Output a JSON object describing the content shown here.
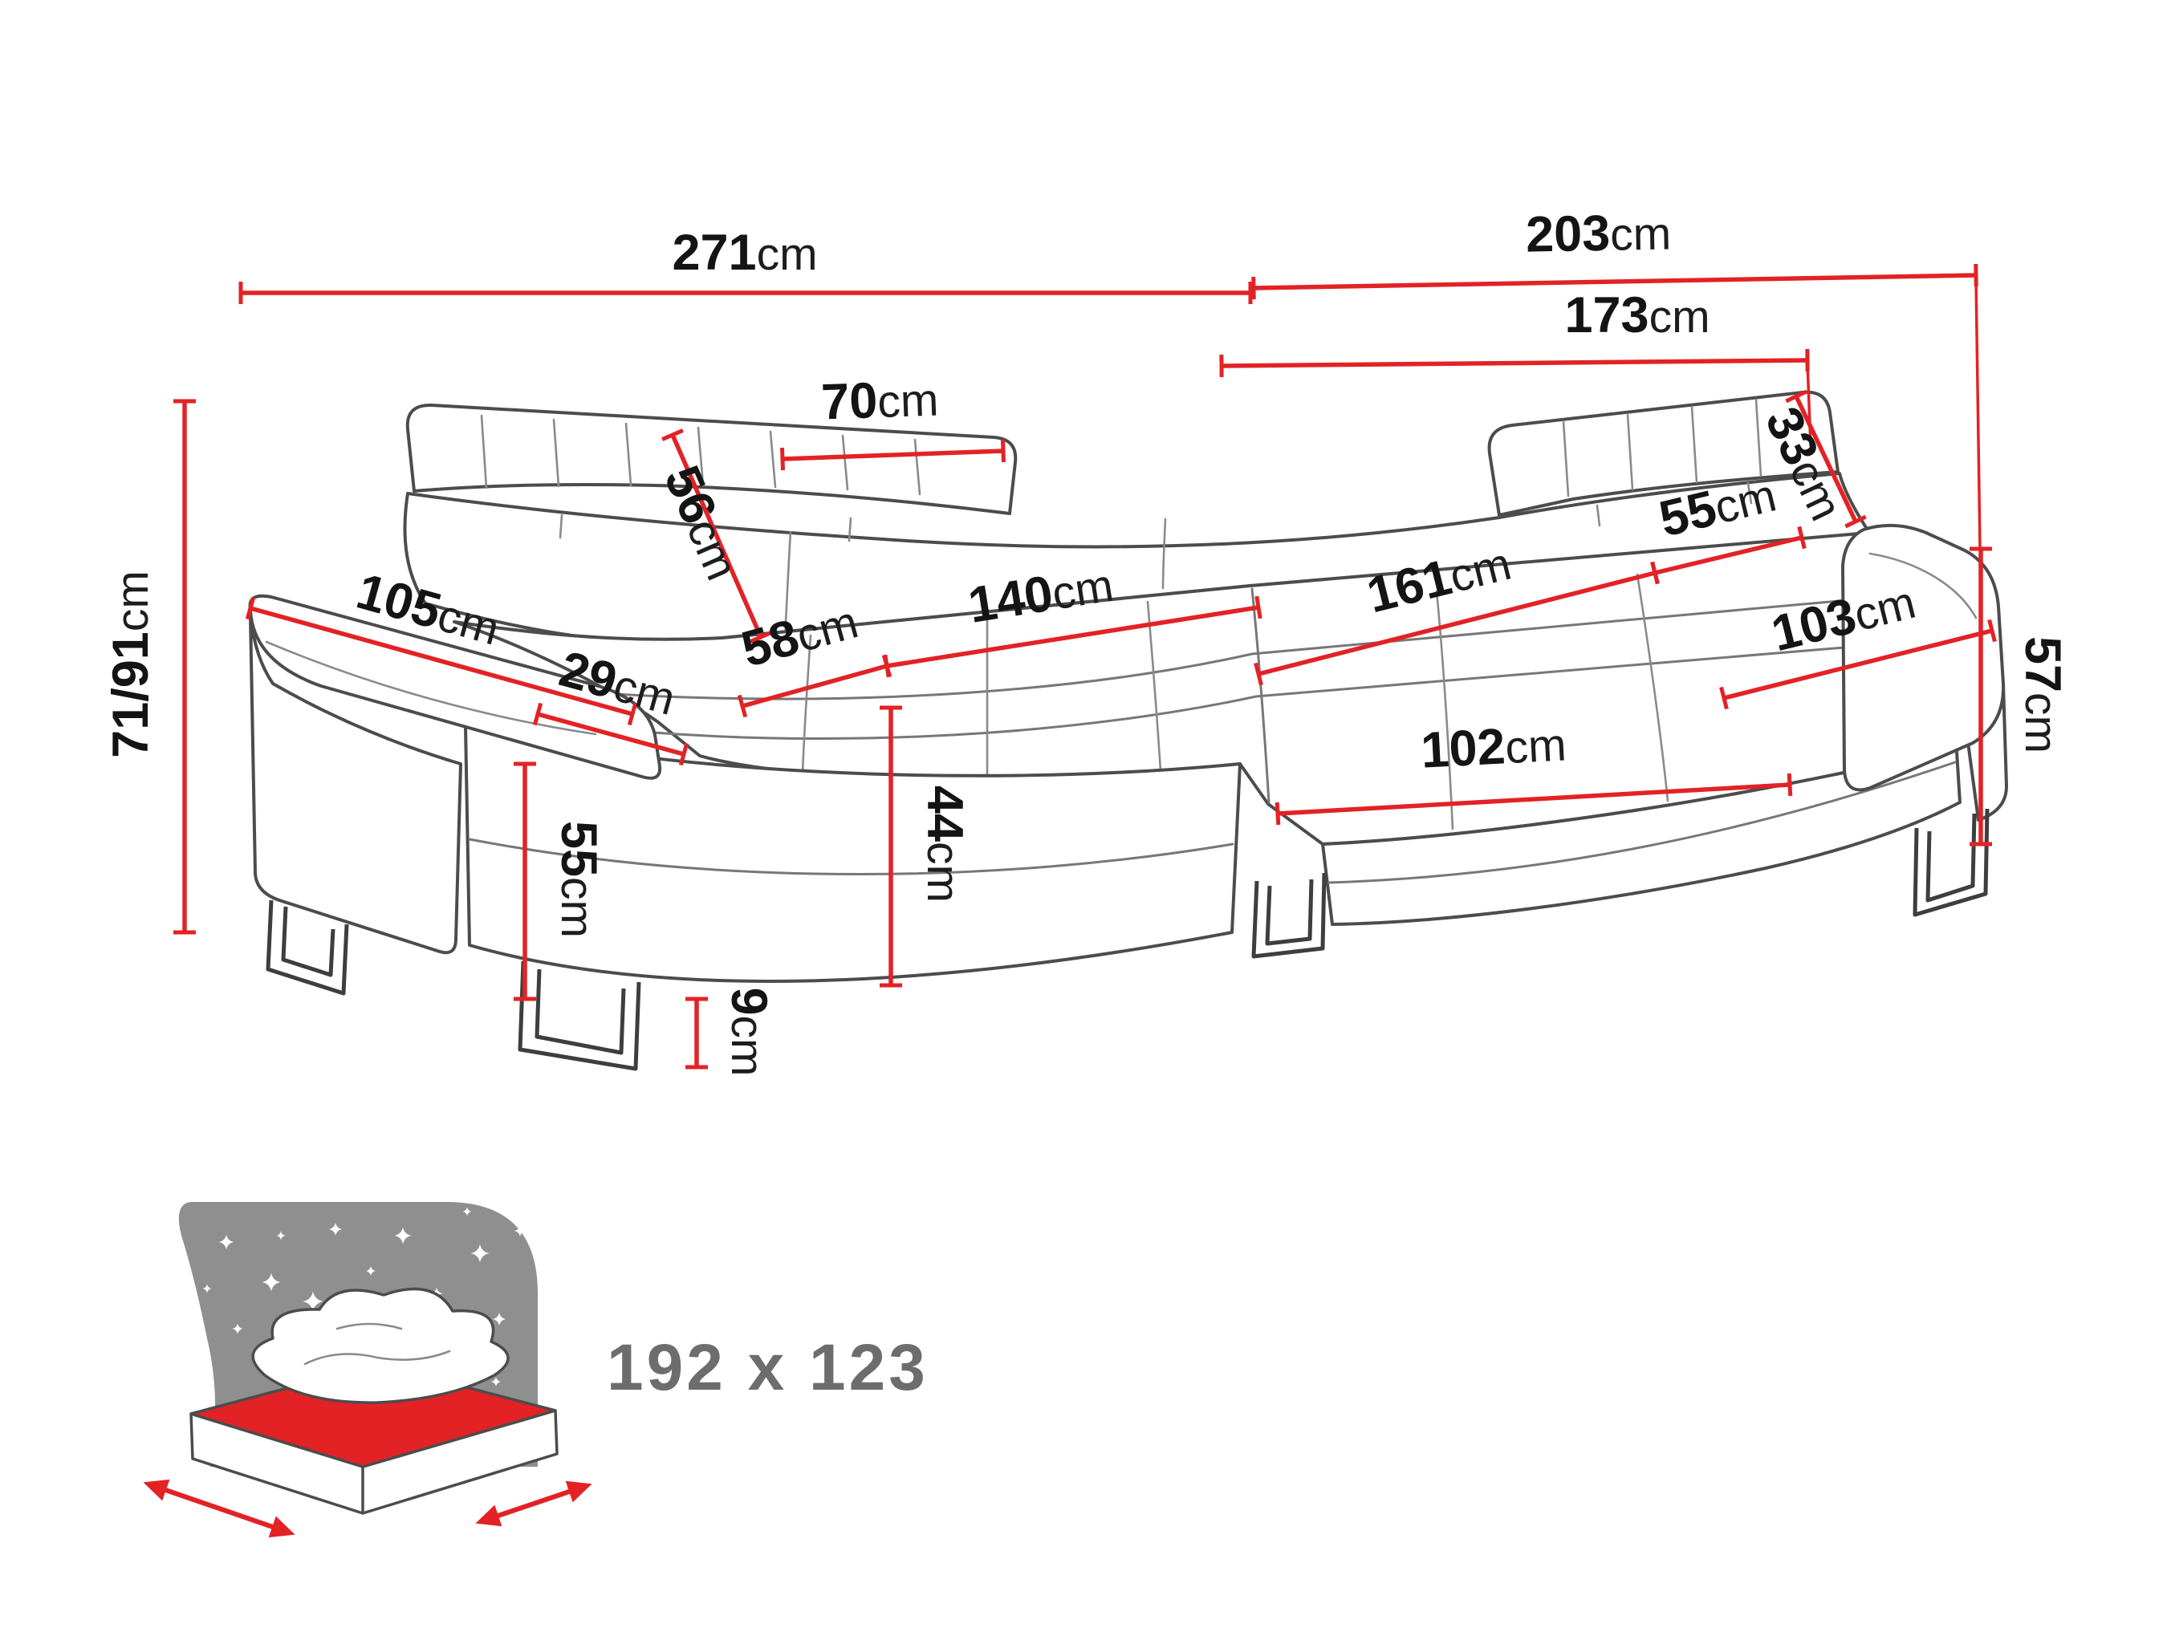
{
  "dims": {
    "total_width": {
      "v": "271",
      "u": "cm"
    },
    "total_depth": {
      "v": "203",
      "u": "cm"
    },
    "back_depth": {
      "v": "173",
      "u": "cm"
    },
    "headrest_width": {
      "v": "70",
      "u": "cm"
    },
    "backrest_height": {
      "v": "56",
      "u": "cm"
    },
    "right_headrest_height": {
      "v": "33",
      "u": "cm"
    },
    "overall_height": {
      "v": "71/91",
      "u": "cm"
    },
    "armrest_length": {
      "v": "105",
      "u": "cm"
    },
    "armrest_width": {
      "v": "29",
      "u": "cm"
    },
    "seat_depth": {
      "v": "58",
      "u": "cm"
    },
    "seat_width": {
      "v": "140",
      "u": "cm"
    },
    "corner_seat_length": {
      "v": "161",
      "u": "cm"
    },
    "corner_seat_width": {
      "v": "55",
      "u": "cm"
    },
    "chaise_width": {
      "v": "103",
      "u": "cm"
    },
    "side_height": {
      "v": "57",
      "u": "cm"
    },
    "chaise_length": {
      "v": "102",
      "u": "cm"
    },
    "base_height": {
      "v": "55",
      "u": "cm"
    },
    "seat_height": {
      "v": "44",
      "u": "cm"
    },
    "leg_height": {
      "v": "9",
      "u": "cm"
    }
  },
  "sleeping_area": {
    "label": "192 x 123",
    "icon": "bed-sleeping-area-icon"
  },
  "colors": {
    "dimension_red": "#e32226",
    "drawing_outline": "#4c4c4c",
    "label_text": "#141414",
    "bed_panel_gray": "#8f8f8f",
    "bed_label_gray": "#6d6d6d"
  }
}
